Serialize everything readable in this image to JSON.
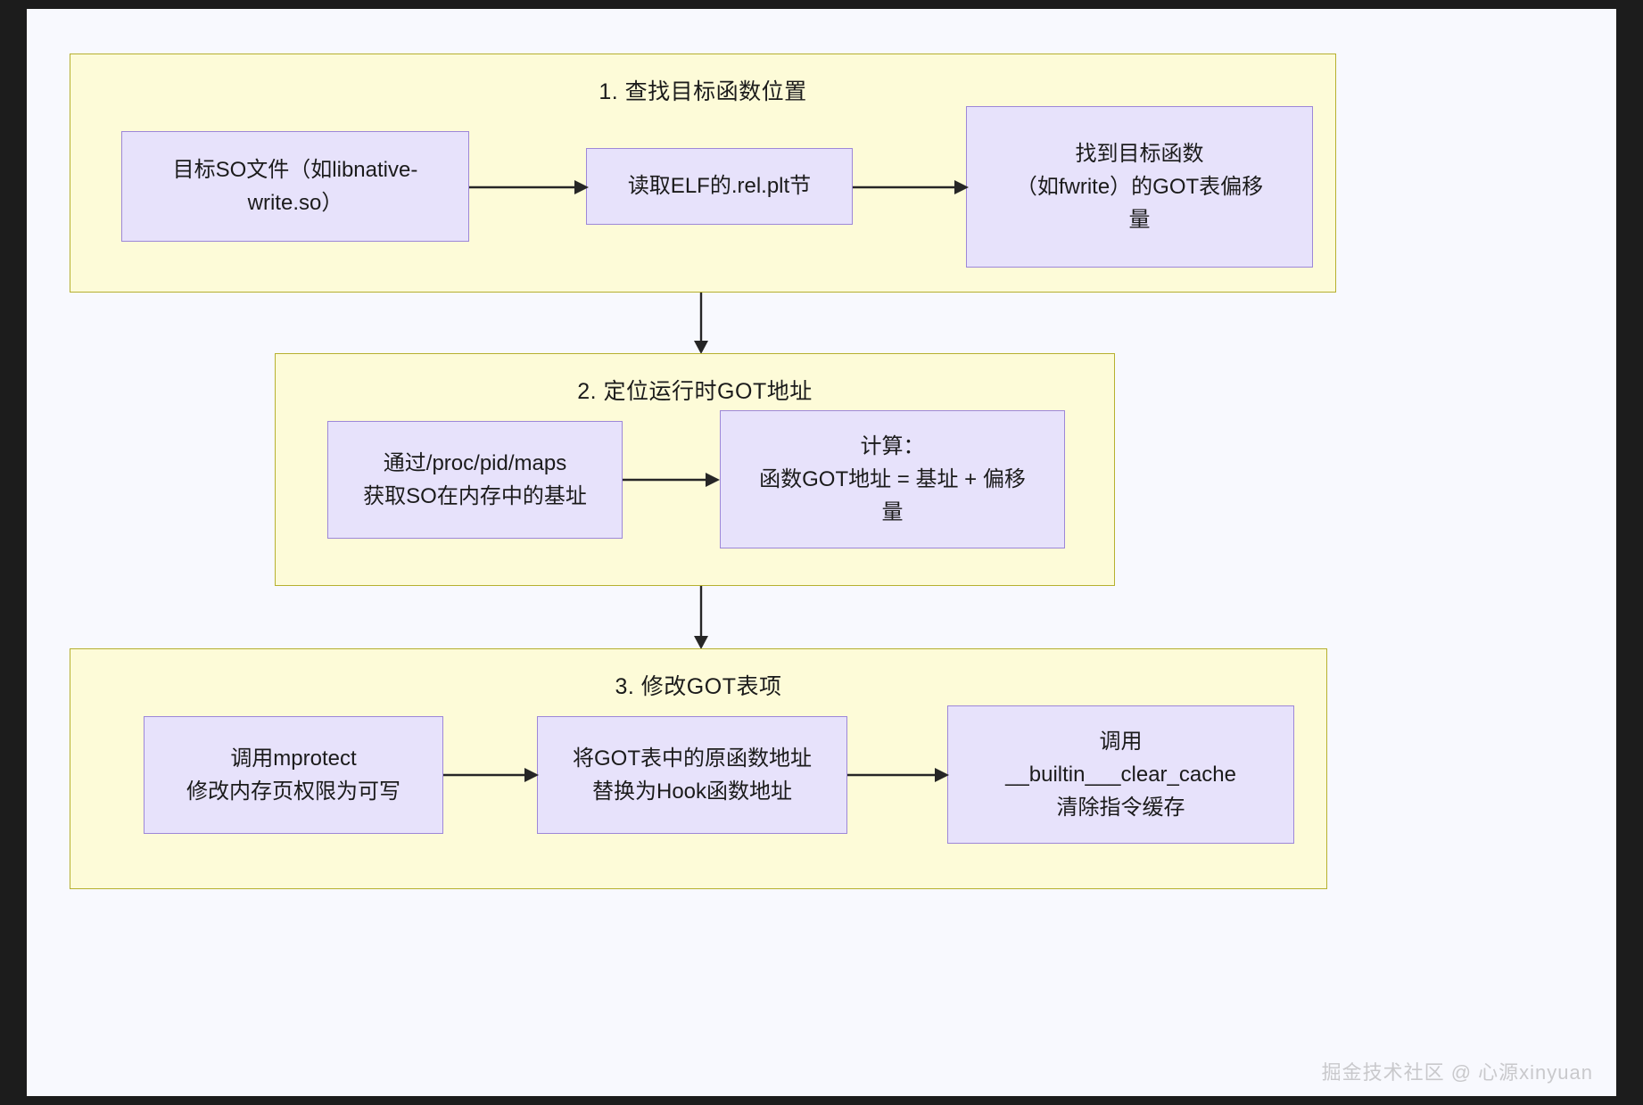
{
  "diagram": {
    "background": "#f8f9fe",
    "section_fill": "#fdfbd8",
    "section_border": "#b6b02f",
    "node_fill": "#e7e2fb",
    "node_border": "#9d87d8",
    "arrow_color": "#262626",
    "sections": [
      {
        "id": "find-function-location",
        "title": "1. 查找目标函数位置",
        "nodes": [
          {
            "id": "target-so-file",
            "label": "目标SO文件（如libnative-\nwrite.so）"
          },
          {
            "id": "read-rel-plt",
            "label": "读取ELF的.rel.plt节"
          },
          {
            "id": "got-offset",
            "label": "找到目标函数\n（如fwrite）的GOT表偏移\n量"
          }
        ]
      },
      {
        "id": "locate-runtime-got",
        "title": "2. 定位运行时GOT地址",
        "nodes": [
          {
            "id": "proc-pid-maps",
            "label": "通过/proc/pid/maps\n获取SO在内存中的基址"
          },
          {
            "id": "calc-got-address",
            "label": "计算：\n函数GOT地址 = 基址 + 偏移\n量"
          }
        ]
      },
      {
        "id": "modify-got-entry",
        "title": "3. 修改GOT表项",
        "nodes": [
          {
            "id": "call-mprotect",
            "label": "调用mprotect\n修改内存页权限为可写"
          },
          {
            "id": "replace-with-hook",
            "label": "将GOT表中的原函数地址\n替换为Hook函数地址"
          },
          {
            "id": "clear-cache",
            "label": "调用\n__builtin___clear_cache\n清除指令缓存"
          }
        ]
      }
    ]
  },
  "watermark": {
    "text": "掘金技术社区 @ 心源xinyuan"
  }
}
